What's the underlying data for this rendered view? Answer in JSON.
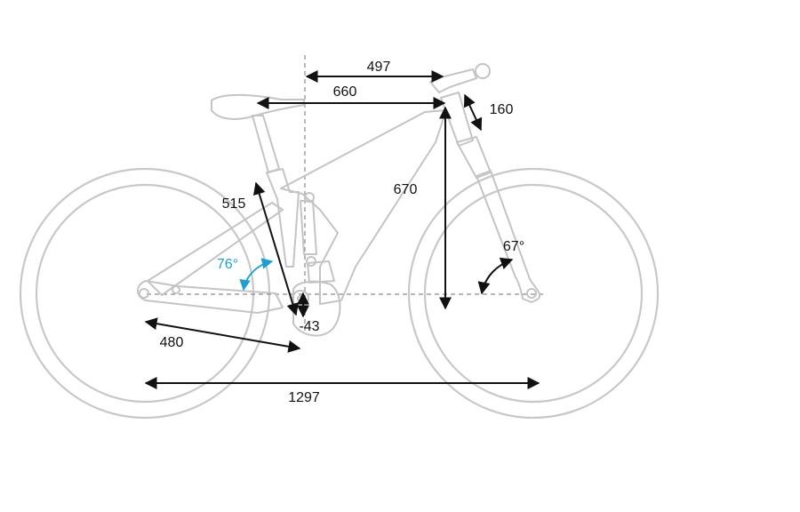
{
  "labels": {
    "stack_reach": "497",
    "top_tube": "660",
    "head_tube": "160",
    "stack": "670",
    "seat_tube": "515",
    "seat_angle": "76°",
    "head_angle": "67°",
    "bb_drop": "-43",
    "chainstay": "480",
    "wheelbase": "1297"
  },
  "colors": {
    "frame": "#c4c4c4",
    "dimension": "#111111",
    "seat_angle": "#1a9fd6"
  }
}
